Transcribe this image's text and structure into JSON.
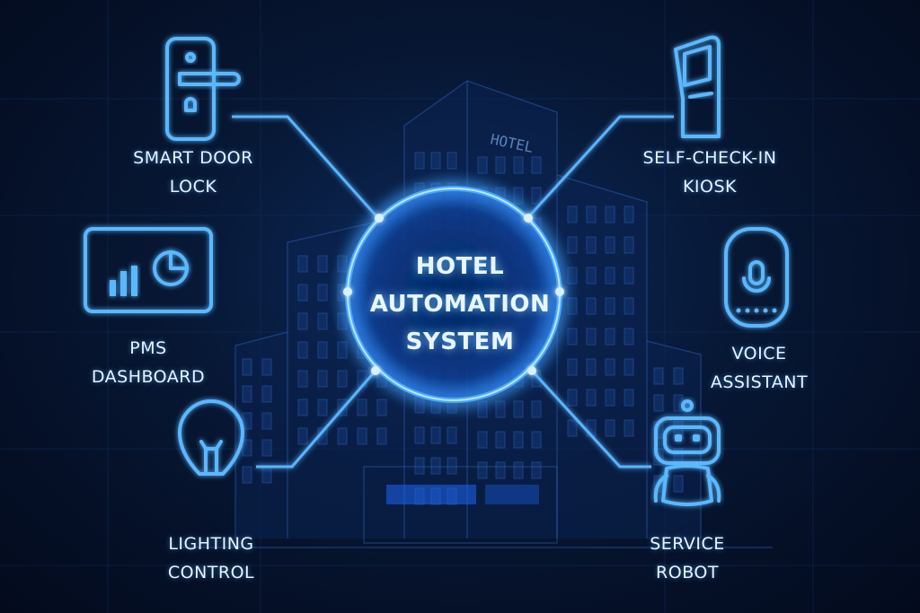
{
  "center": {
    "title": "HOTEL\nAUTOMATION\nSYSTEM"
  },
  "building_sign": "HOTEL",
  "features": [
    {
      "label": "SMART DOOR\nLOCK",
      "icon": "door-lock-icon"
    },
    {
      "label": "SELF-CHECK-IN\nKIOSK",
      "icon": "kiosk-icon"
    },
    {
      "label": "PMS\nDASHBOARD",
      "icon": "monitor-dashboard-icon"
    },
    {
      "label": "VOICE\nASSISTANT",
      "icon": "smart-speaker-icon"
    },
    {
      "label": "LIGHTING\nCONTROL",
      "icon": "light-bulb-icon"
    },
    {
      "label": "SERVICE\nROBOT",
      "icon": "robot-icon"
    }
  ],
  "colors": {
    "accent": "#5ab8ff",
    "background": "#030a1c",
    "text": "#e8f4ff"
  }
}
